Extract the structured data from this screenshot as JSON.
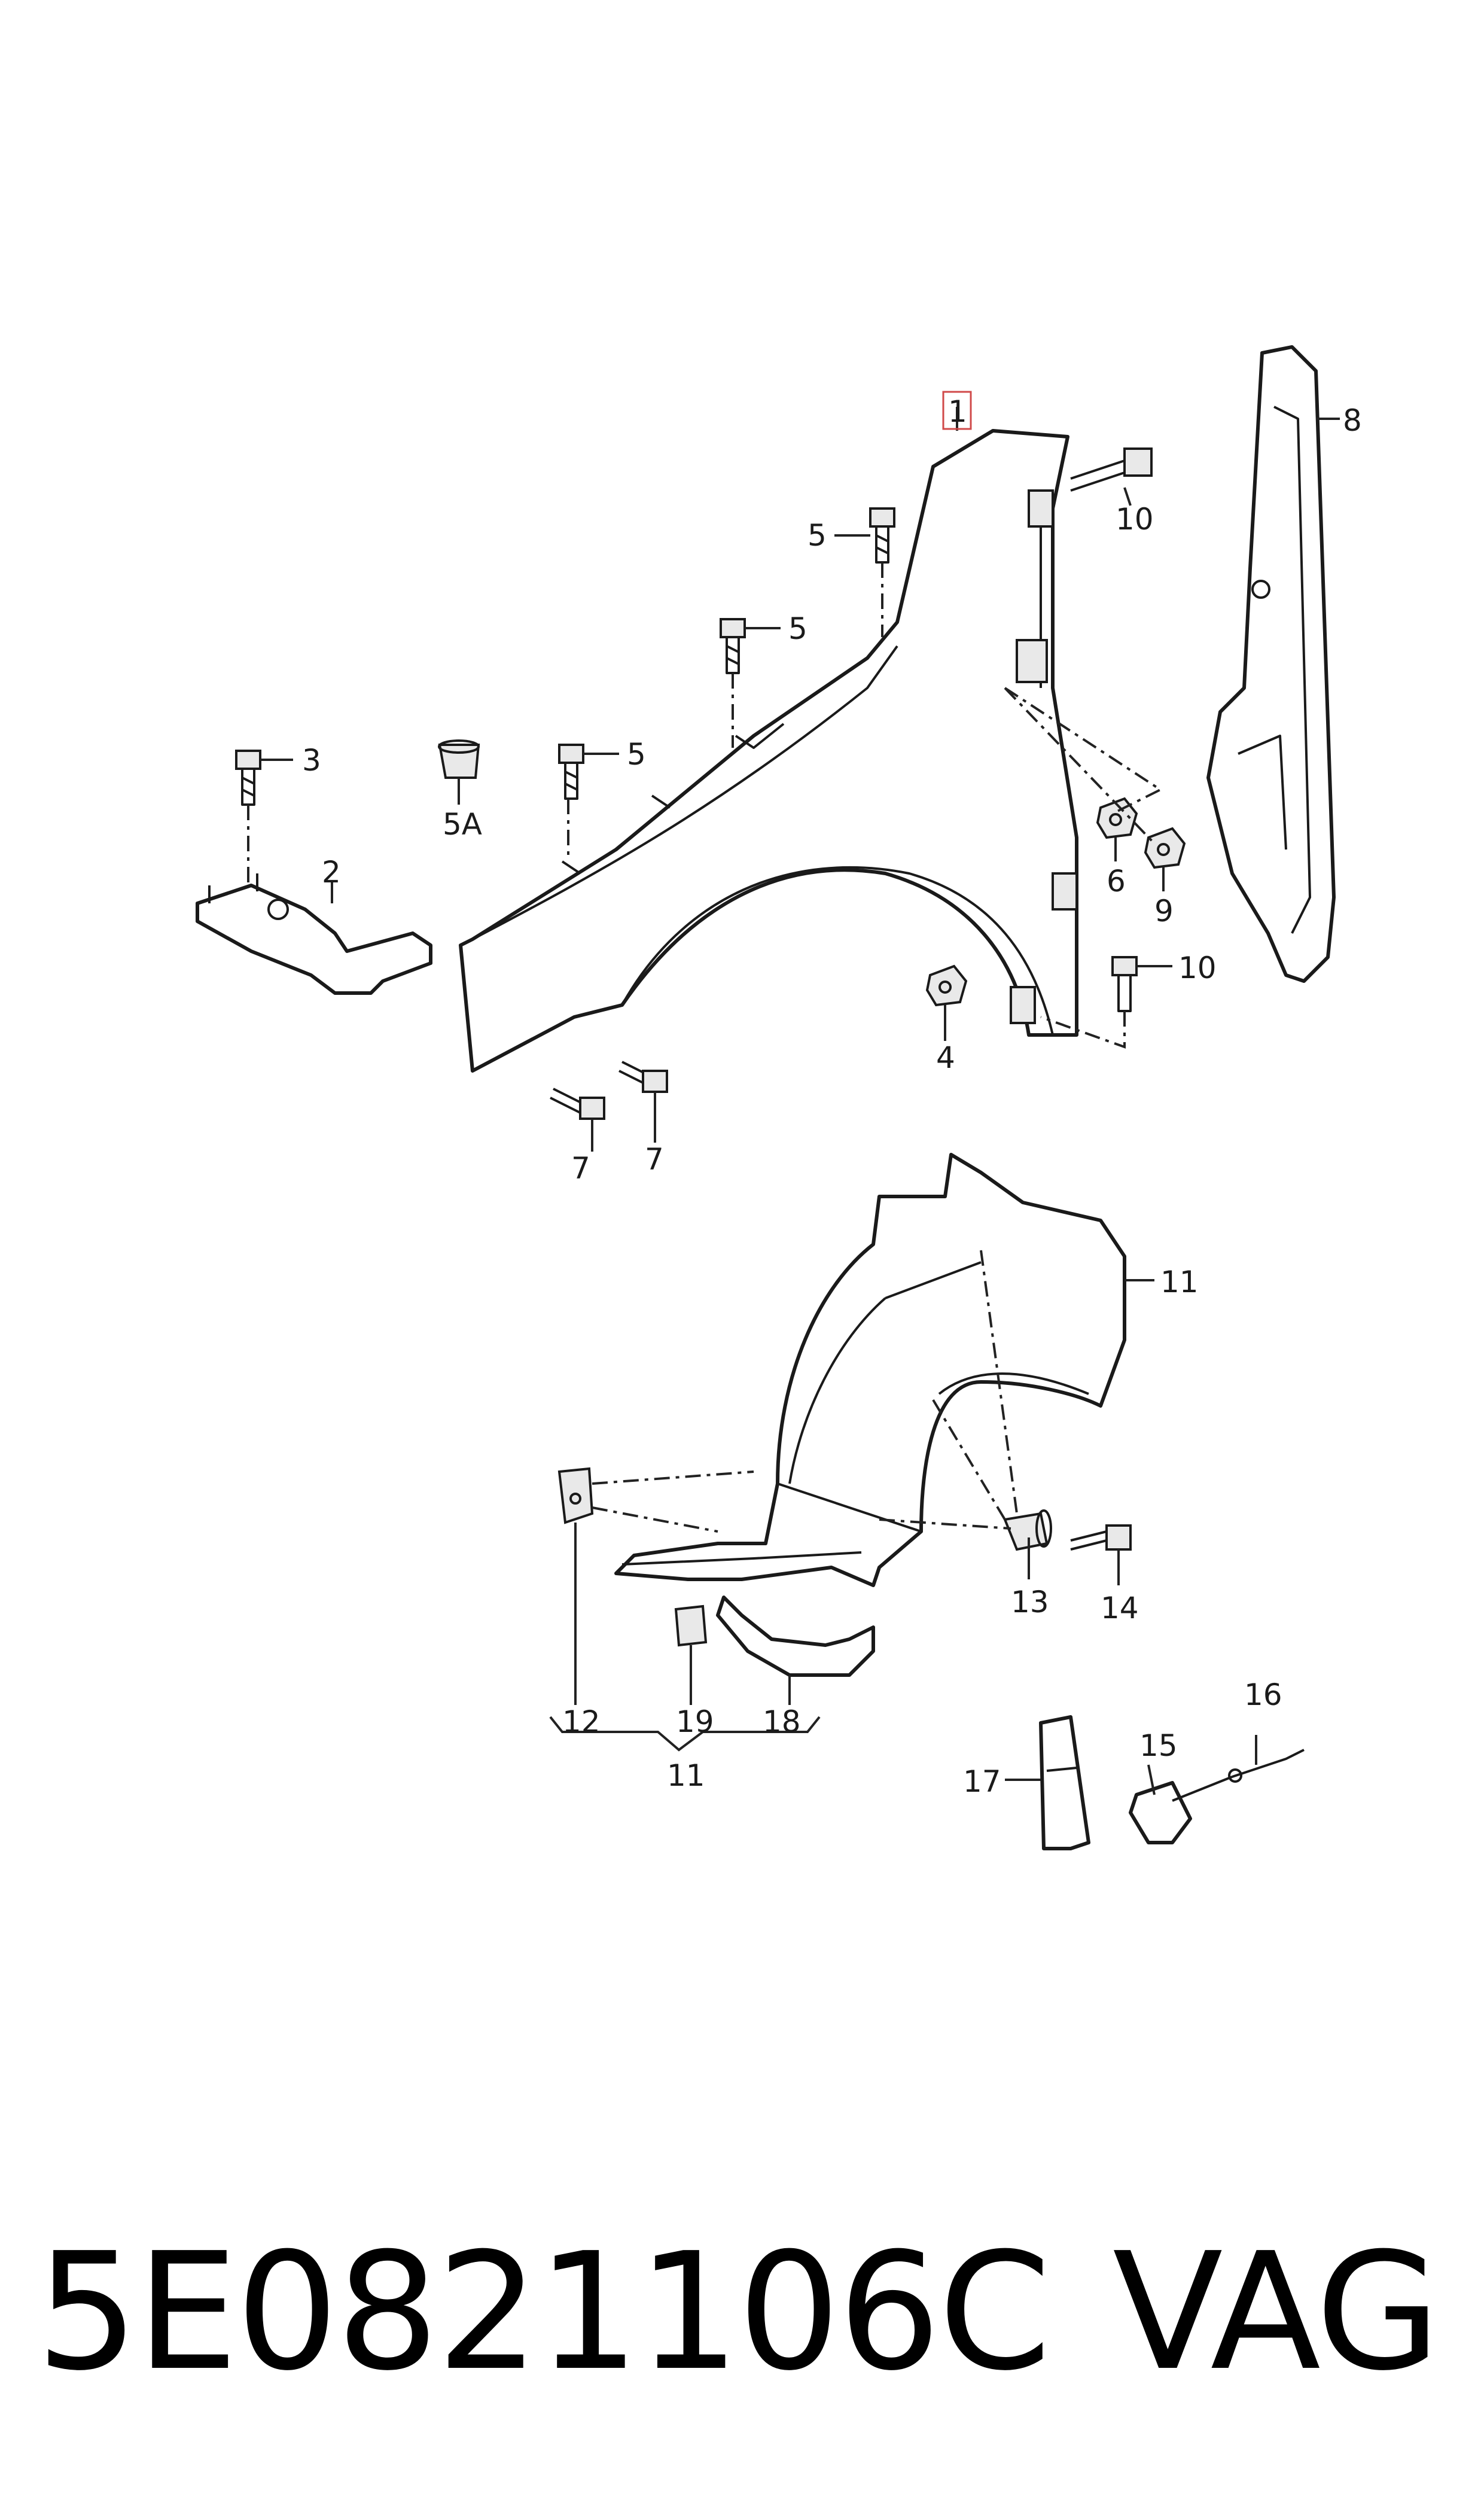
{
  "callouts": {
    "c1": "1",
    "c2": "2",
    "c3": "3",
    "c4": "4",
    "c5a": "5",
    "c5b": "5",
    "c5c": "5",
    "c5A": "5A",
    "c6": "6",
    "c7a": "7",
    "c7b": "7",
    "c8": "8",
    "c9": "9",
    "c10a": "10",
    "c10b": "10",
    "c11a": "11",
    "c11b": "11",
    "c12": "12",
    "c13": "13",
    "c14": "14",
    "c15": "15",
    "c16": "16",
    "c17": "17",
    "c18": "18",
    "c19": "19"
  },
  "footer": {
    "part_number": "5E0821106C",
    "brand": "VAG"
  },
  "colors": {
    "line": "#1a1a1a",
    "highlight_box": "#d04a4a"
  }
}
